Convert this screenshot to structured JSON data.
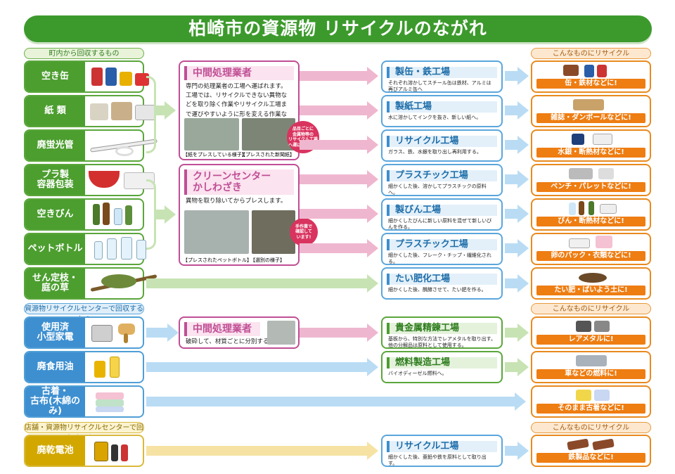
{
  "title": "柏崎市の資源物 リサイクルのながれ",
  "sections": {
    "town": "町内から回収するもの",
    "center": "資源物リサイクルセンターで回収するもの",
    "store": "店舗・資源物リサイクルセンターで回収するもの",
    "recycle_header": "こんなものにリサイクル"
  },
  "items": [
    {
      "label": "空き缶"
    },
    {
      "label": "紙 類"
    },
    {
      "label": "廃蛍光管"
    },
    {
      "label": "プラ製\n容器包装"
    },
    {
      "label": "空きびん"
    },
    {
      "label": "ペットボトル"
    },
    {
      "label": "せん定枝・\n庭の草"
    },
    {
      "label": "使用済\n小型家電"
    },
    {
      "label": "廃食用油"
    },
    {
      "label": "古着・\n古布(木綿のみ)"
    },
    {
      "label": "廃乾電池"
    }
  ],
  "processors": {
    "p1": {
      "title": "中間処理業者",
      "text": "専門の処理業者の工場へ運ばれます。\n工場では、リサイクルできない異物などを取り除く作業やリサイクル工場まで運びやすいように形を変える作業などをします。",
      "caption1": "【紙をプレスしている様子】",
      "caption2": "【プレスされた新聞紙】",
      "badge": "品目ごとに\n金属物等の\nリサイクル工場\nへ運ばれます。"
    },
    "p2": {
      "title": "クリーンセンター\nかしわざき",
      "text": "異物を取り除いてからプレスします。",
      "caption1": "【プレスされたペットボトル】",
      "caption2": "【選別の様子】",
      "badge": "手作業で\n確認して\nいます!"
    },
    "p3": {
      "title": "中間処理業者",
      "text": "破砕して、材質ごとに分別する。"
    }
  },
  "factories": [
    {
      "title": "製缶・鉄工場",
      "desc": "それぞれ溶かしてスチール缶は鉄材、アルミは再びアルミ缶へ"
    },
    {
      "title": "製紙工場",
      "desc": "水に溶かしてインクを抜き、新しい紙へ。"
    },
    {
      "title": "リサイクル工場",
      "desc": "ガラス、鉄、水銀を取り出し再利用する。"
    },
    {
      "title": "プラスチック工場",
      "desc": "細かくした後、溶かしてプラスチックの原料へ。"
    },
    {
      "title": "製びん工場",
      "desc": "細かくしたびんに新しい原料を混ぜて新しいびんを作る。"
    },
    {
      "title": "プラスチック工場",
      "desc": "細かくした後、フレーク・チップ・繊維化される。"
    },
    {
      "title": "たい肥化工場",
      "desc": "細かくした後、醗酵させて、たい肥を作る。"
    },
    {
      "title": "貴金属精錬工場",
      "desc": "基板から、特別な方法でレアメタルを取り出す。他の分解品は原料として使用する。"
    },
    {
      "title": "燃料製造工場",
      "desc": "バイオディーゼル燃料へ。"
    },
    {
      "title": "リサイクル工場",
      "desc": "細かくした後、亜鉛や鉄を原料として取り出す。"
    }
  ],
  "results": [
    "缶・鉄材などに!",
    "雑誌・ダンボールなどに!",
    "水銀・断熱材などに!",
    "ベンチ・パレットなどに!",
    "びん・断熱材などに!",
    "卵のパック・衣類などに!",
    "たい肥・ばいよう土に!",
    "レアメタルに!",
    "車などの燃料に!",
    "そのまま古着などに!",
    "鉄製品などに!"
  ]
}
